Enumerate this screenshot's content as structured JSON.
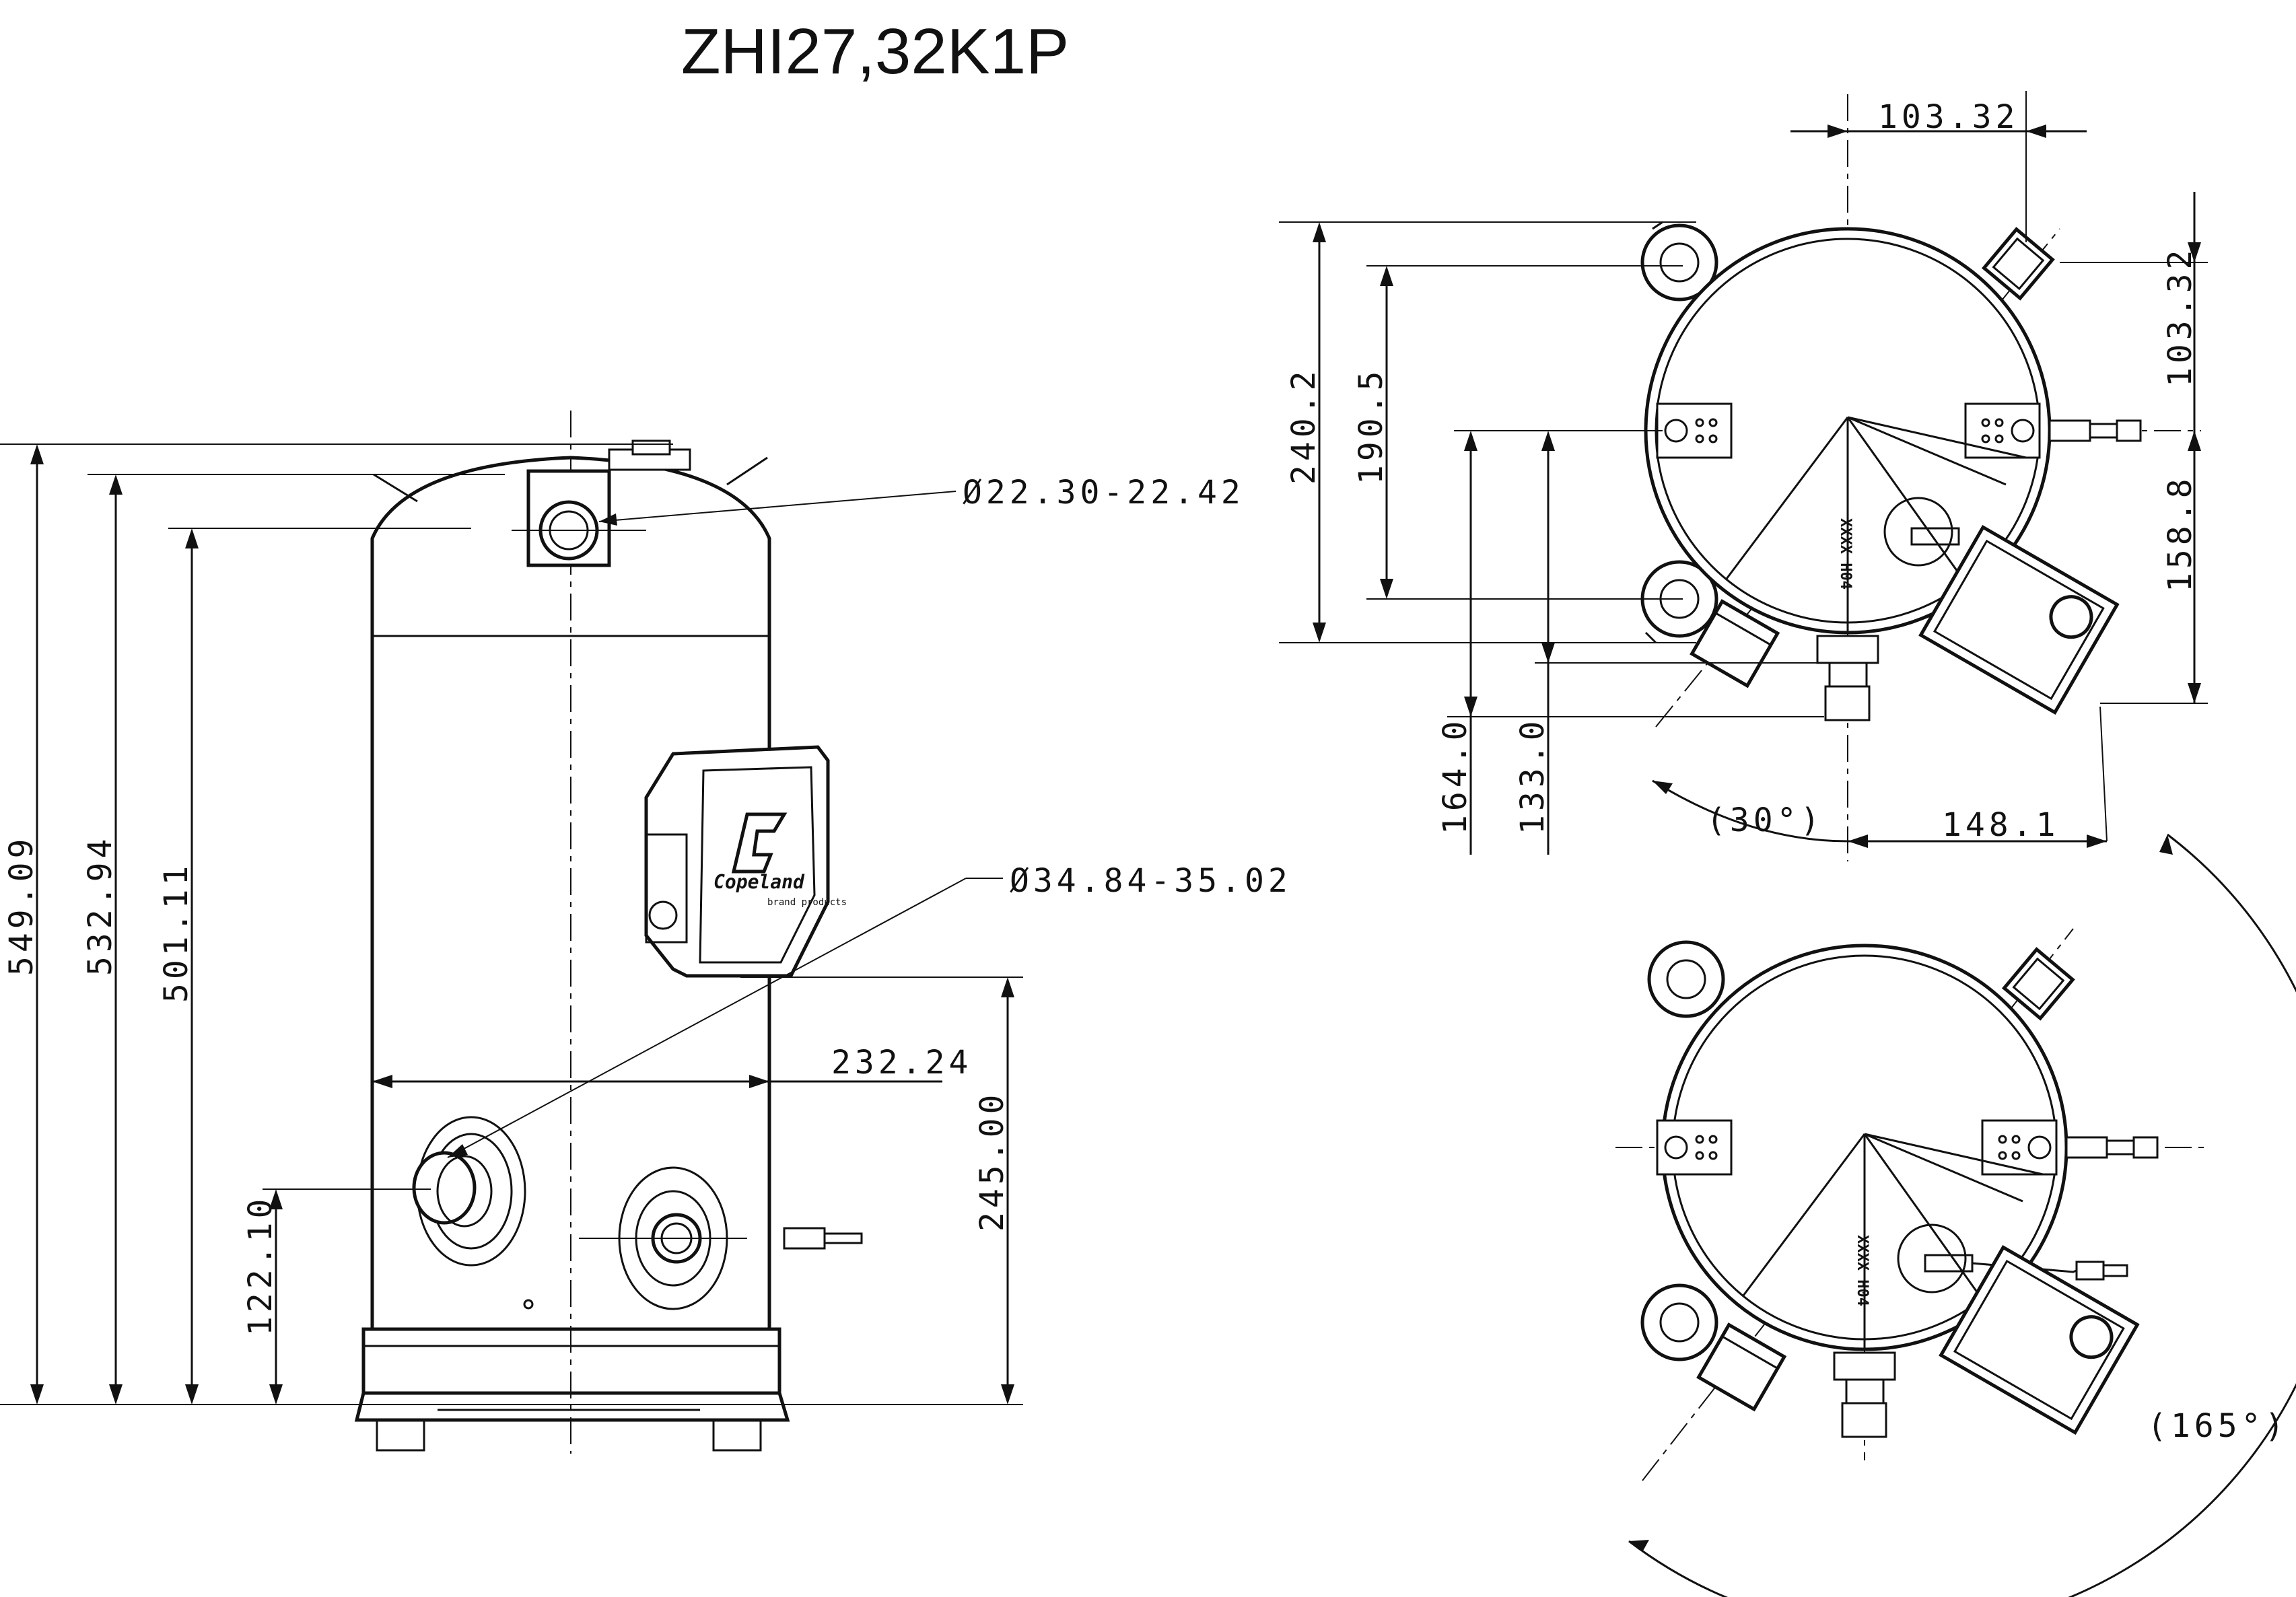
{
  "title": "ZHI27,32K1P",
  "side_view": {
    "dims": {
      "overall_height": "549.09",
      "height_2": "532.94",
      "height_3": "501.11",
      "suction_height": "245.00",
      "discharge_height": "122.10",
      "width": "232.24"
    },
    "callouts": {
      "discharge_diameter": "Ø22.30-22.42",
      "suction_diameter": "Ø34.84-35.02"
    },
    "logo": {
      "brand": "Copeland",
      "tagline": "brand products"
    }
  },
  "top_view_1": {
    "dims": {
      "top_width": "103.32",
      "right_height": "103.32",
      "right_lower": "158.8",
      "left_outer": "240.2",
      "left_inner": "190.5",
      "lower_164": "164.0",
      "lower_133": "133.0",
      "bottom_width": "148.1",
      "angle": "(30°)"
    },
    "marking": "XXXX H04"
  },
  "top_view_2": {
    "dims": {
      "angle": "(165°)"
    },
    "marking": "XXXX H04"
  }
}
